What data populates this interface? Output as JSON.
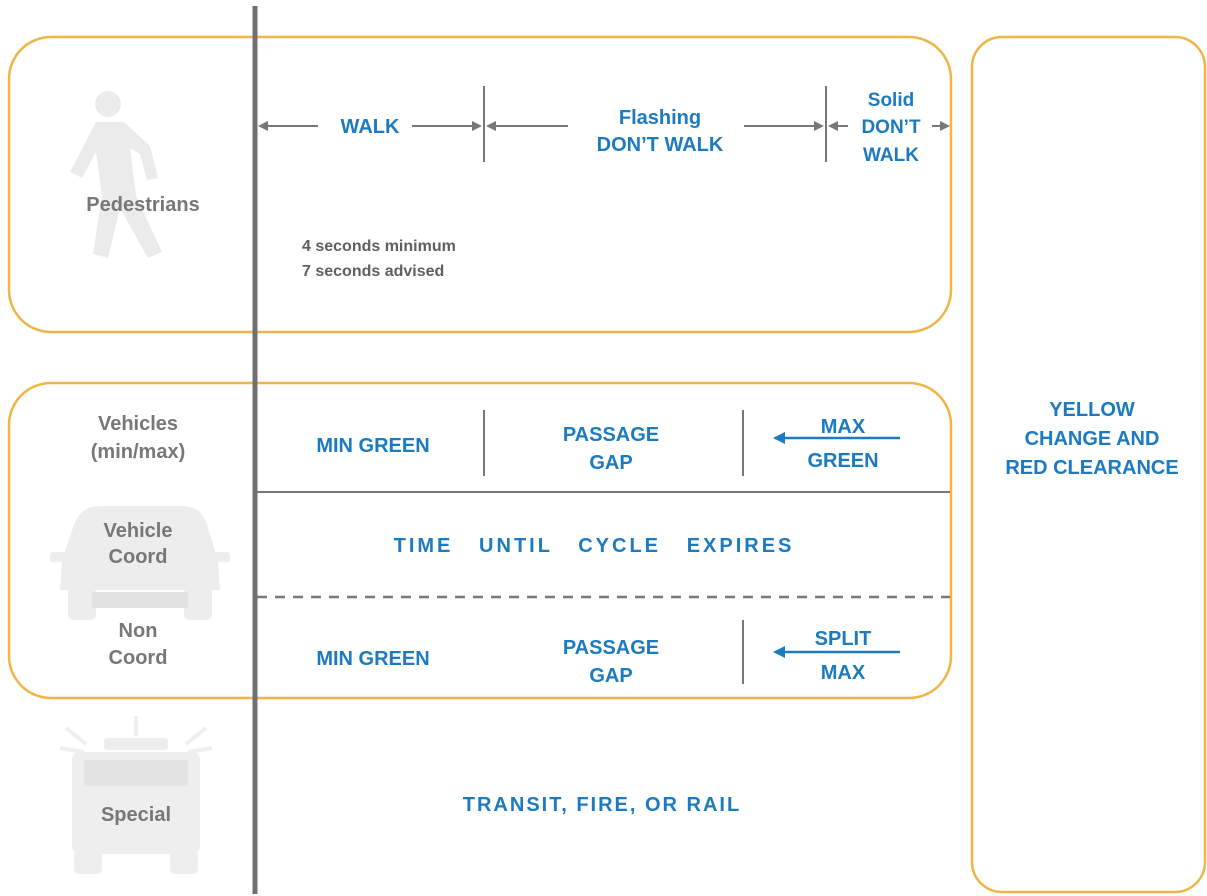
{
  "colors": {
    "box_border": "#f0b546",
    "accent_text": "#1c7ac0",
    "axis_line": "#707070",
    "icon_fill": "#ececec",
    "label_text": "#5f5f5f"
  },
  "icons": [
    "pedestrian-icon",
    "car-icon",
    "fire-truck-icon"
  ],
  "pedestrians": {
    "label": "Pedestrians",
    "walk": "WALK",
    "flashing": [
      "Flashing",
      "DON’T WALK"
    ],
    "solid": [
      "Solid",
      "DON’T",
      "WALK"
    ],
    "note": [
      "4 seconds minimum",
      "7 seconds advised"
    ]
  },
  "vehicles": {
    "label": [
      "Vehicles",
      "(min/max)"
    ],
    "min_green": "MIN GREEN",
    "passage_gap": [
      "PASSAGE",
      "GAP"
    ],
    "max_green": [
      "MAX",
      "GREEN"
    ]
  },
  "coord": {
    "label": [
      "Vehicle",
      "Coord"
    ],
    "text": "TIME   UNTIL   CYCLE   EXPIRES"
  },
  "noncoord": {
    "label": [
      "Non",
      "Coord"
    ],
    "min_green": "MIN GREEN",
    "passage_gap": [
      "PASSAGE",
      "GAP"
    ],
    "split_max": [
      "SPLIT",
      "MAX"
    ]
  },
  "special": {
    "label": "Special",
    "text": "TRANSIT, FIRE, OR RAIL"
  },
  "clearance": [
    "YELLOW",
    "CHANGE AND",
    "RED CLEARANCE"
  ]
}
